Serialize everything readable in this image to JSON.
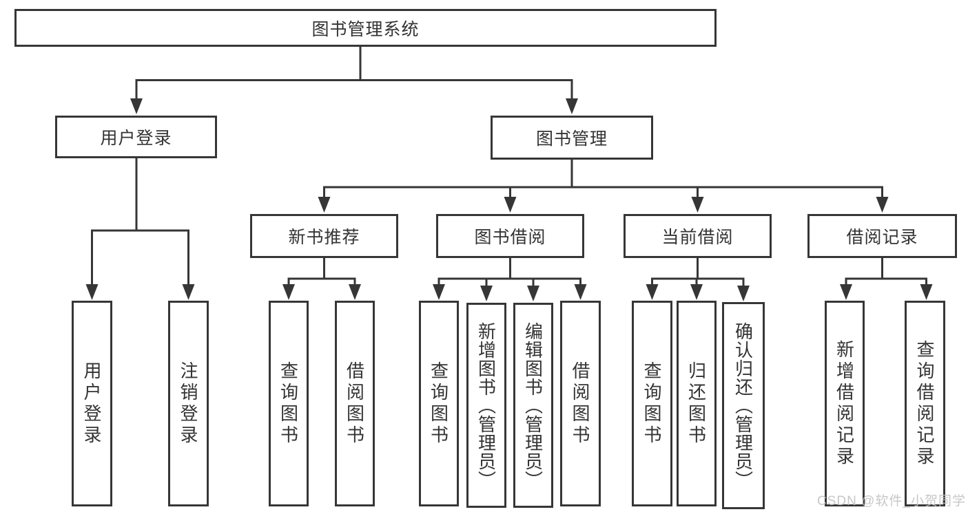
{
  "diagram": {
    "type": "tree",
    "root": {
      "label": "图书管理系统"
    },
    "level1": {
      "user_login": {
        "label": "用户登录"
      },
      "book_mgmt": {
        "label": "图书管理"
      }
    },
    "level2": {
      "new_books": {
        "label": "新书推荐"
      },
      "book_borrow": {
        "label": "图书借阅"
      },
      "current_borrow": {
        "label": "当前借阅"
      },
      "borrow_records": {
        "label": "借阅记录"
      }
    },
    "leaves": {
      "user_login": [
        "用户登录",
        "注销登录"
      ],
      "new_books": [
        "查询图书",
        "借阅图书"
      ],
      "book_borrow": [
        "查询图书",
        "新增图书（管理员）",
        "编辑图书（管理员）",
        "借阅图书"
      ],
      "current_borrow": [
        "查询图书",
        "归还图书",
        "确认归还（管理员）"
      ],
      "borrow_records": [
        "新增借阅记录",
        "查询借阅记录"
      ]
    },
    "colors": {
      "line": "#363636",
      "text": "#333333",
      "box_background": "#ffffff",
      "page_background": "#ffffff"
    }
  },
  "watermark": {
    "text": "CSDN @软件_小贺同学",
    "color": "#c3c3c3"
  }
}
